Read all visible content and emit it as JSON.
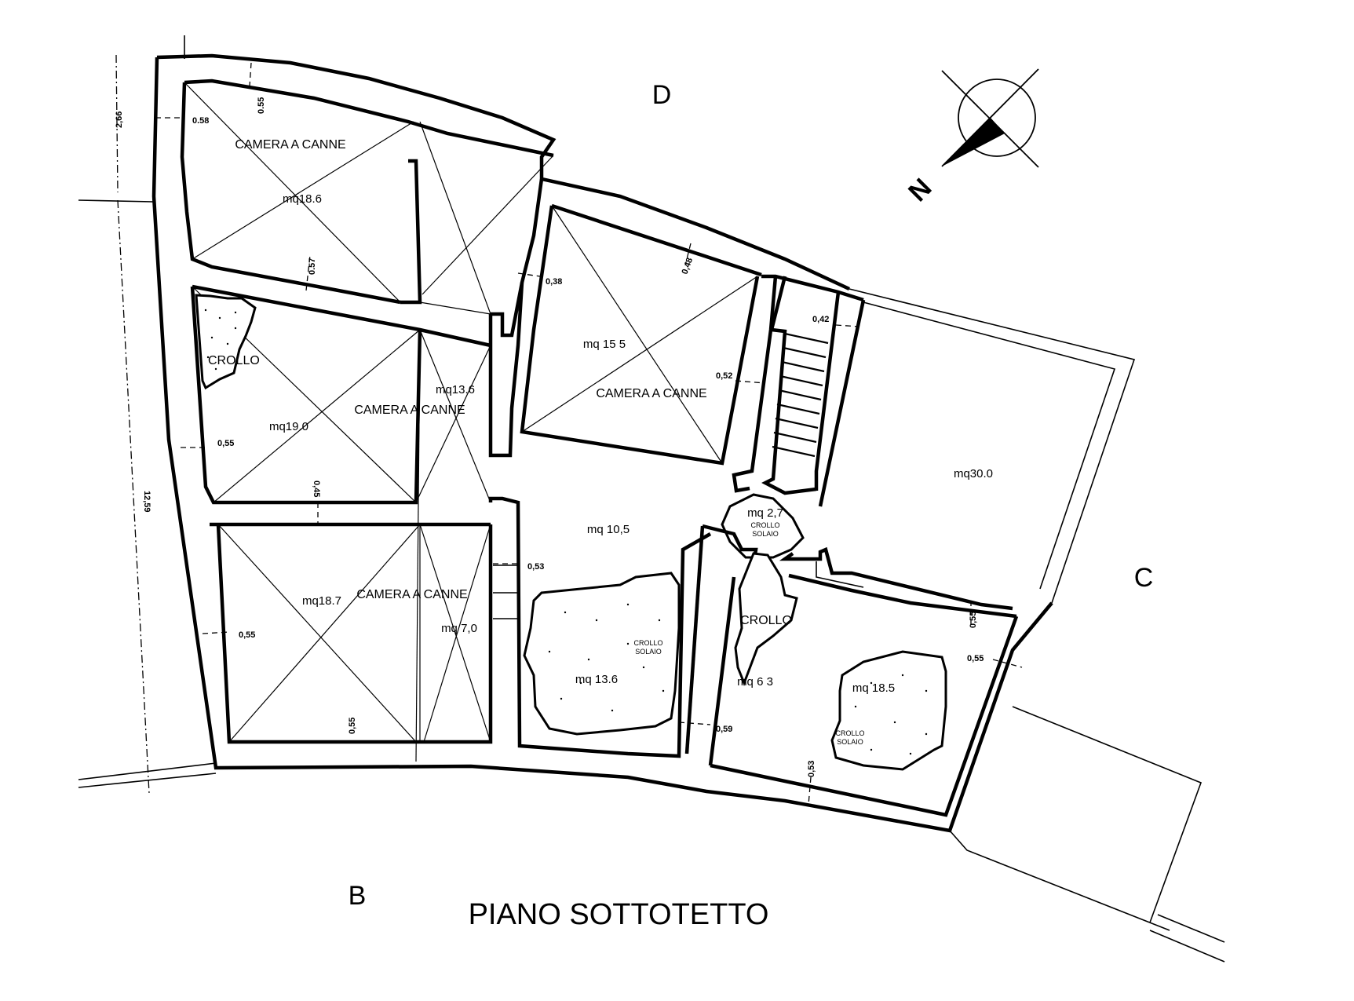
{
  "title": "PIANO SOTTOTETTO",
  "side_labels": {
    "north_side": "D",
    "east_side": "C",
    "south_side": "B"
  },
  "north_arrow": {
    "label": "N",
    "icon": "north-arrow-icon"
  },
  "rooms": [
    {
      "id": "room-nw",
      "name": "CAMERA A CANNE",
      "area": "mq18.6"
    },
    {
      "id": "room-w",
      "name": "CAMERA A CANNE",
      "area": "mq19.0",
      "collapse": "CROLLO"
    },
    {
      "id": "room-corridor",
      "area": "mq13.6"
    },
    {
      "id": "room-sw",
      "name": "CAMERA A CANNE",
      "area": "mq18.7"
    },
    {
      "id": "room-sw-small",
      "area": "mq 7,0"
    },
    {
      "id": "room-n-center",
      "name": "CAMERA A CANNE",
      "area": "mq 15 5"
    },
    {
      "id": "room-center",
      "area": "mq 10,5"
    },
    {
      "id": "room-center-collapse",
      "area": "mq 13.6",
      "collapse": "CROLLO SOLAIO"
    },
    {
      "id": "room-landing",
      "area": "mq 2,7",
      "collapse": "CROLLO SOLAIO"
    },
    {
      "id": "room-passage",
      "area": "mq 6 3",
      "collapse": "CROLLO"
    },
    {
      "id": "room-se",
      "area": "mq 18.5",
      "collapse": "CROLLO SOLAIO"
    },
    {
      "id": "room-e",
      "area": "mq30.0"
    }
  ],
  "collapse_labels": {
    "crollo": "CROLLO",
    "crollo_solaio_1": "CROLLO",
    "crollo_solaio_2": "SOLAIO"
  },
  "wall_dimensions": [
    "0.58",
    "0.55",
    "0.57",
    "0,55",
    "0,45",
    "0,55",
    "0,55",
    "0,53",
    "0,38",
    "0,48",
    "0,52",
    "0,42",
    "0,59",
    "0,53",
    "0,55",
    "0,55"
  ],
  "overall_dimensions": [
    "2,66",
    "12,59"
  ]
}
